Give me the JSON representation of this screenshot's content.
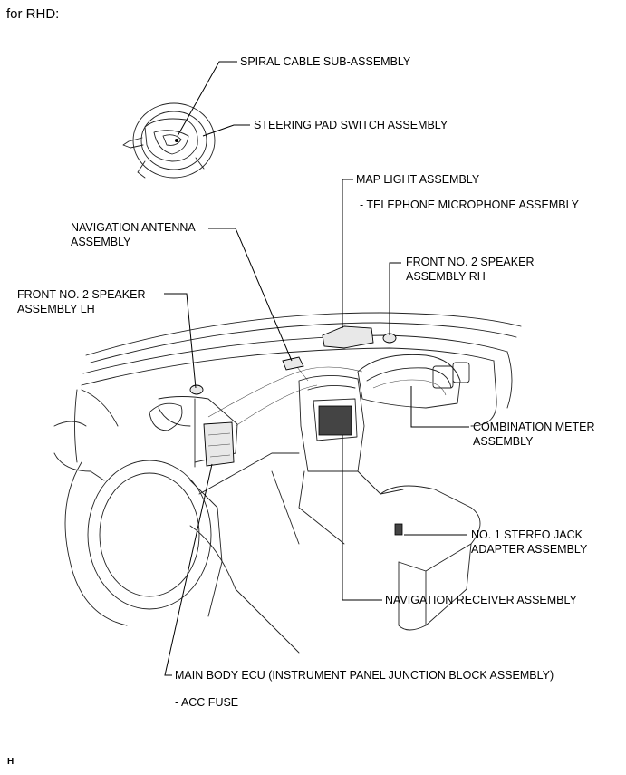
{
  "header": "for RHD:",
  "footer_code": "H",
  "labels": {
    "spiral_cable": "SPIRAL CABLE SUB-ASSEMBLY",
    "steering_pad": "STEERING PAD SWITCH ASSEMBLY",
    "map_light": "MAP LIGHT ASSEMBLY",
    "telephone_mic": "- TELEPHONE MICROPHONE ASSEMBLY",
    "nav_antenna_1": "NAVIGATION ANTENNA",
    "nav_antenna_2": "ASSEMBLY",
    "speaker_rh_1": "FRONT NO. 2 SPEAKER",
    "speaker_rh_2": "ASSEMBLY RH",
    "speaker_lh_1": "FRONT NO. 2 SPEAKER",
    "speaker_lh_2": "ASSEMBLY LH",
    "combo_meter_1": "COMBINATION METER",
    "combo_meter_2": "ASSEMBLY",
    "stereo_jack_1": "NO. 1 STEREO JACK",
    "stereo_jack_2": "ADAPTER ASSEMBLY",
    "nav_receiver": "NAVIGATION RECEIVER ASSEMBLY",
    "main_body_ecu": "MAIN BODY ECU (INSTRUMENT PANEL JUNCTION BLOCK ASSEMBLY)",
    "acc_fuse": "- ACC FUSE"
  }
}
